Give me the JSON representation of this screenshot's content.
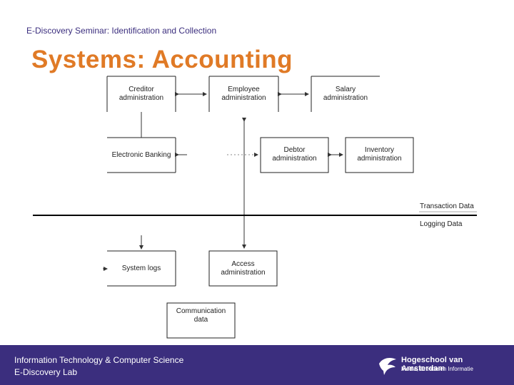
{
  "header": {
    "seminar": "E-Discovery Seminar: Identification and Collection",
    "title": "Systems: Accounting"
  },
  "diagram": {
    "creditor": [
      "Creditor",
      "administration"
    ],
    "employee": [
      "Employee",
      "administration"
    ],
    "salary": [
      "Salary",
      "administration"
    ],
    "banking": [
      "Electronic Banking"
    ],
    "debtor": [
      "Debtor",
      "administration"
    ],
    "inventory": [
      "Inventory",
      "administration"
    ],
    "system_logs": [
      "System logs"
    ],
    "access": [
      "Access",
      "administration"
    ],
    "communication": [
      "Communication",
      "data"
    ],
    "transaction_label": "Transaction Data",
    "logging_label": "Logging  Data"
  },
  "footer": {
    "line1": "Information Technology & Computer Science",
    "line2": "E-Discovery Lab",
    "logo_name": "Hogeschool van Amsterdam",
    "logo_sub": "Media, Creatie en Informatie"
  },
  "colors": {
    "title": "#e07a26",
    "seminar": "#3b2e7e",
    "footer_bg": "#3b2e7e"
  }
}
